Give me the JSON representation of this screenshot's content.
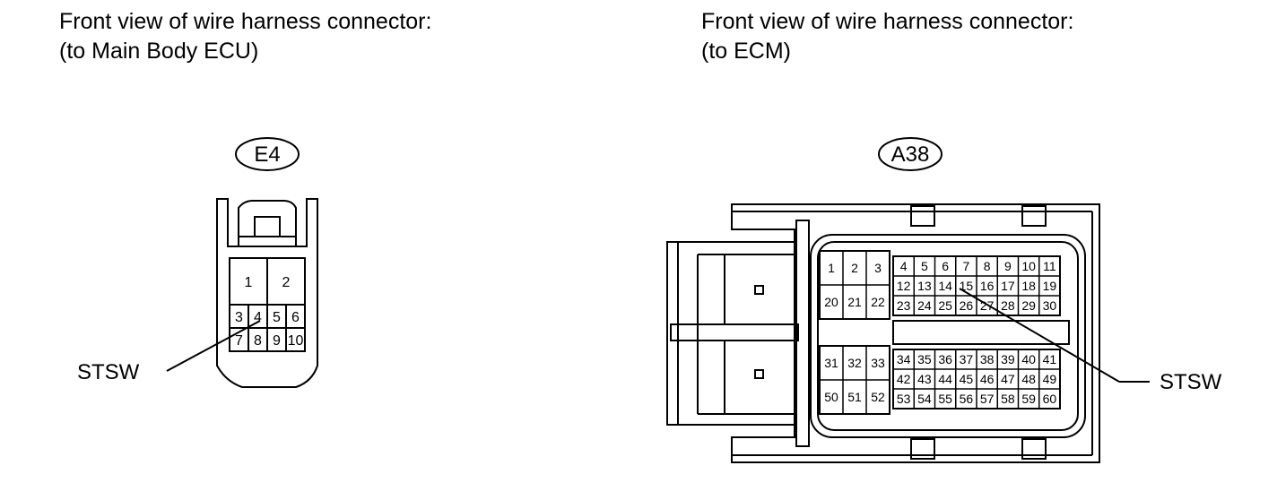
{
  "left": {
    "caption_line1": "Front view of wire harness connector:",
    "caption_line2": "(to Main Body ECU)",
    "connector_code": "E4",
    "wire_label": "STSW",
    "pins": [
      "1",
      "2",
      "3",
      "4",
      "5",
      "6",
      "7",
      "8",
      "9",
      "10"
    ]
  },
  "right": {
    "caption_line1": "Front view of wire harness connector:",
    "caption_line2": "(to ECM)",
    "connector_code": "A38",
    "wire_label": "STSW",
    "pins_left_top": [
      "1",
      "2",
      "3",
      "20",
      "21",
      "22"
    ],
    "pins_right_top": [
      "4",
      "5",
      "6",
      "7",
      "8",
      "9",
      "10",
      "11",
      "12",
      "13",
      "14",
      "15",
      "16",
      "17",
      "18",
      "19",
      "23",
      "24",
      "25",
      "26",
      "27",
      "28",
      "29",
      "30"
    ],
    "pins_left_bottom": [
      "31",
      "32",
      "33",
      "50",
      "51",
      "52"
    ],
    "pins_right_bottom": [
      "34",
      "35",
      "36",
      "37",
      "38",
      "39",
      "40",
      "41",
      "42",
      "43",
      "44",
      "45",
      "46",
      "47",
      "48",
      "49",
      "53",
      "54",
      "55",
      "56",
      "57",
      "58",
      "59",
      "60"
    ]
  }
}
